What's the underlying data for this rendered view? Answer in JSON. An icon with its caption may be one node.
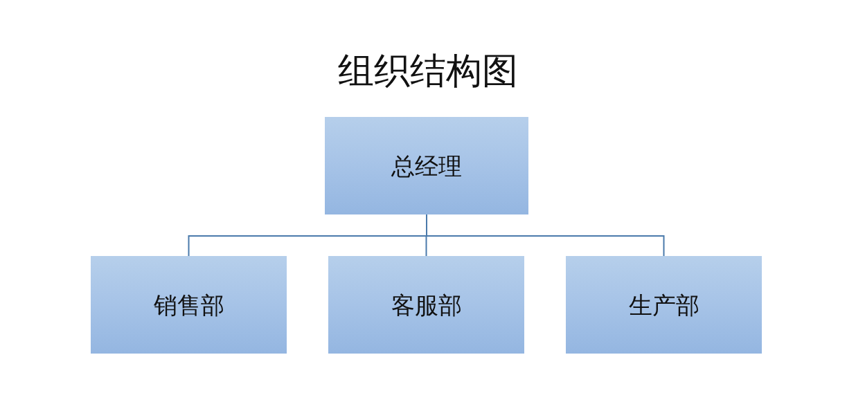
{
  "diagram": {
    "title": "组织结构图",
    "nodes": [
      {
        "text": [
          "总经理"
        ]
      },
      {
        "text": [
          "销售部"
        ]
      },
      {
        "text": [
          "客服部"
        ]
      },
      {
        "text": [
          "生产部"
        ]
      }
    ],
    "edges": [
      {
        "from": 0,
        "to": 1,
        "arrow": "none"
      },
      {
        "from": 0,
        "to": 2,
        "arrow": "none"
      },
      {
        "from": 0,
        "to": 3,
        "arrow": "none"
      }
    ]
  }
}
